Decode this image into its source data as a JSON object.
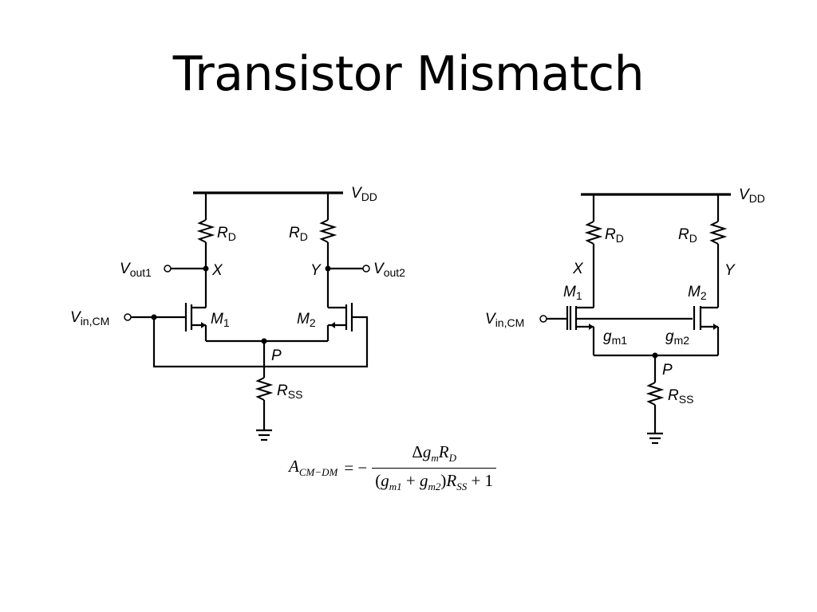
{
  "slide": {
    "title": "Transistor Mismatch"
  },
  "left_circuit": {
    "supply": "V",
    "supply_sub": "DD",
    "resistor_left": "R",
    "resistor_left_sub": "D",
    "resistor_right": "R",
    "resistor_right_sub": "D",
    "out1": "V",
    "out1_sub": "out1",
    "out2": "V",
    "out2_sub": "out2",
    "node_x": "X",
    "node_y": "Y",
    "input": "V",
    "input_sub": "in,CM",
    "m1": "M",
    "m1_sub": "1",
    "m2": "M",
    "m2_sub": "2",
    "node_p": "P",
    "tail": "R",
    "tail_sub": "SS"
  },
  "right_circuit": {
    "supply": "V",
    "supply_sub": "DD",
    "resistor_left": "R",
    "resistor_left_sub": "D",
    "resistor_right": "R",
    "resistor_right_sub": "D",
    "node_x": "X",
    "node_y": "Y",
    "m1": "M",
    "m1_sub": "1",
    "m2": "M",
    "m2_sub": "2",
    "input": "V",
    "input_sub": "in,CM",
    "gm1": "g",
    "gm1_sub": "m1",
    "gm2": "g",
    "gm2_sub": "m2",
    "node_p": "P",
    "tail": "R",
    "tail_sub": "SS"
  },
  "equation": {
    "lhs": "A",
    "lhs_sub": "CM−DM",
    "equals": "= −",
    "num_delta": "Δ",
    "num_g": "g",
    "num_g_sub": "m",
    "num_r": "R",
    "num_r_sub": "D",
    "den_open": "(",
    "den_g1": "g",
    "den_g1_sub": "m1",
    "den_plus": " + ",
    "den_g2": "g",
    "den_g2_sub": "m2",
    "den_close": ")",
    "den_r": "R",
    "den_r_sub": "SS",
    "den_tail": " + 1"
  }
}
